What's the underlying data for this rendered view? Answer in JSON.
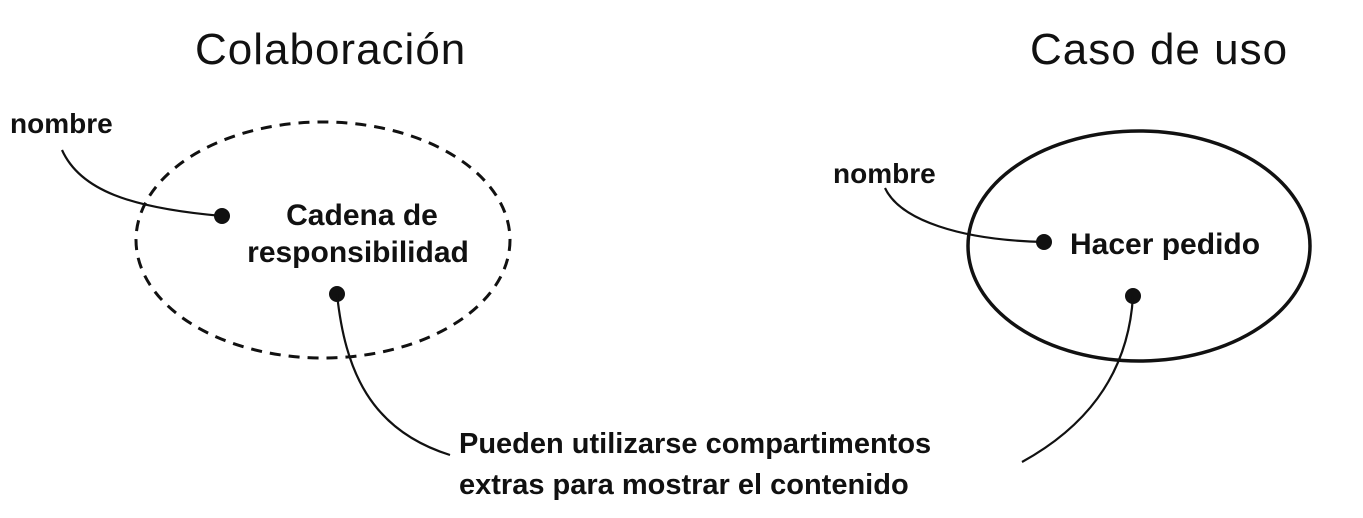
{
  "collaboration": {
    "title": "Colaboración",
    "name_callout": "nombre",
    "name_line1": "Cadena de",
    "name_line2": "responsibilidad"
  },
  "use_case": {
    "title": "Caso de uso",
    "name_callout": "nombre",
    "name": "Hacer pedido"
  },
  "note": {
    "line1": "Pueden utilizarse compartimentos",
    "line2": "extras para mostrar el contenido"
  }
}
